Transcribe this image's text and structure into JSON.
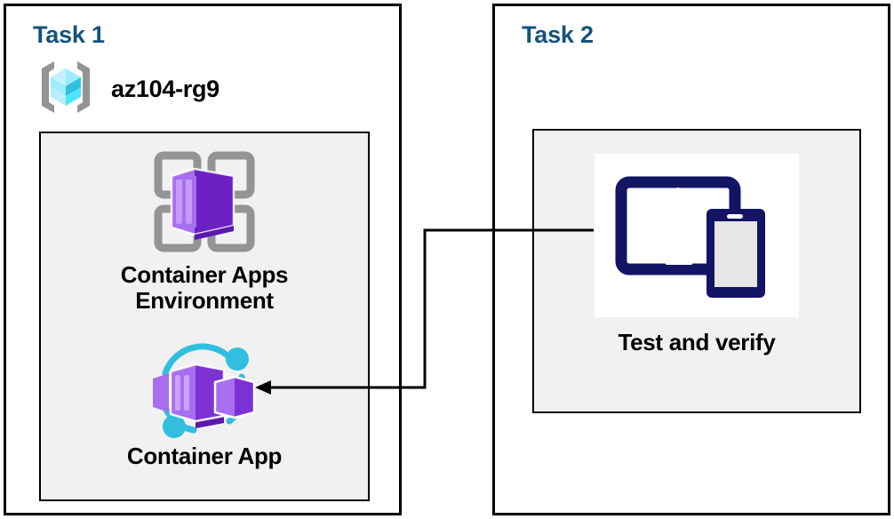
{
  "diagram": {
    "title_color": "#14537a",
    "panels": [
      {
        "id": "task1",
        "title": "Task 1",
        "resource_group": {
          "icon": "resource-group-icon",
          "label": "az104-rg9"
        },
        "resources": [
          {
            "icon": "container-apps-environment-icon",
            "label": "Container Apps\nEnvironment"
          },
          {
            "icon": "container-app-icon",
            "label": "Container App"
          }
        ]
      },
      {
        "id": "task2",
        "title": "Task 2",
        "resources": [
          {
            "icon": "test-and-verify-devices-icon",
            "label": "Test and verify"
          }
        ]
      }
    ],
    "connector": {
      "name": "test-to-container-app-connector",
      "from": "test-and-verify-devices-icon",
      "to": "container-app-icon",
      "arrowhead": "left"
    },
    "colors": {
      "panel_border": "#000000",
      "group_fill": "#f1f1f1",
      "title_blue": "#14537a",
      "container_purple": "#7c31d4",
      "container_purple_light": "#a86ef0",
      "accent_cyan": "#32bede",
      "resource_group_cyan": "#50e6ff",
      "device_navy": "#141464",
      "icon_gray": "#949494"
    }
  }
}
